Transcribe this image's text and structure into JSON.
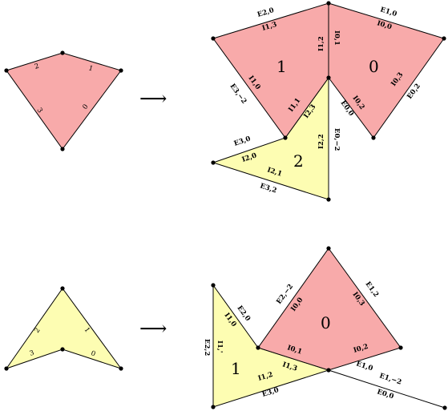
{
  "colors": {
    "red": "#f8aaaa",
    "yellow": "#fdfdb2"
  },
  "top": {
    "small": {
      "labels": [
        "2",
        "1",
        "3",
        "0"
      ]
    },
    "arrow": "⟶",
    "big": {
      "regions": [
        "1",
        "0",
        "2"
      ],
      "labels": [
        "E2,0",
        "E1,0",
        "I1,3",
        "I1,2",
        "I0,1",
        "I0,0",
        "I1,0",
        "E3,−2",
        "I1,1",
        "I2,3",
        "E0,0",
        "I0,2",
        "I0,3",
        "E0,2",
        "I2,2",
        "E0,−2",
        "E3,0",
        "I2,0",
        "I2,1",
        "E3,2"
      ]
    }
  },
  "bottom": {
    "small": {
      "labels": [
        "2",
        "1",
        "3",
        "0"
      ]
    },
    "arrow": "⟶",
    "big": {
      "regions": [
        "0",
        "1"
      ],
      "labels": [
        "E2,0",
        "I1,0",
        "E2,2",
        "I1,'",
        "E2,−2",
        "I0,0",
        "E1,2",
        "I0,3",
        "I0,1",
        "I0,2",
        "I1,3",
        "I1,2",
        "E3,0",
        "E1,0",
        "E1,−2",
        "E0,0"
      ]
    }
  }
}
